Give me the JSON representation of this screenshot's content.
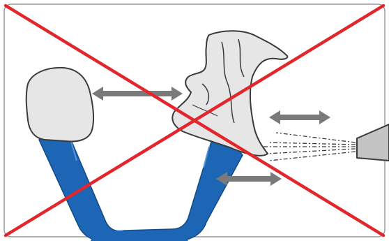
{
  "figure": {
    "kind": "prohibition-illustration",
    "colors": {
      "frame_border": "#9a9a9a",
      "prohibition_cross": "#e3262b",
      "holder_blue": "#1d66b5",
      "holder_blue_dark": "#124a87",
      "object_fill": "#e6e6e6",
      "object_outline": "#3a3a3a",
      "arrow_gray": "#7a7a7a",
      "nozzle_fill": "#c4c4c4"
    },
    "icons": [
      "rounded-frame",
      "prohibition-cross",
      "blue-holder",
      "crown-cap",
      "cloth-wipe",
      "air-nozzle",
      "air-spray-lines",
      "double-arrow-left",
      "double-arrow-right",
      "double-arrow-bottom"
    ]
  }
}
